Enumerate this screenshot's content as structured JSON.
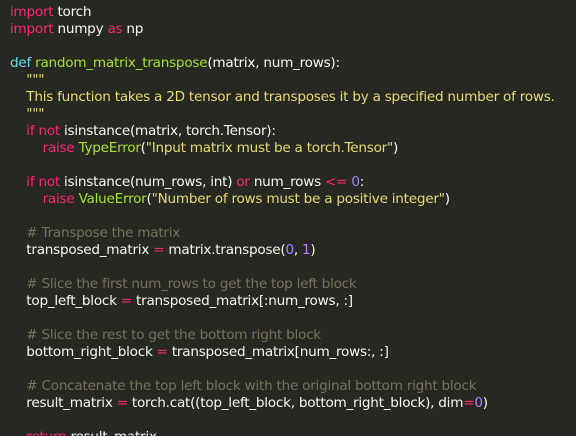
{
  "lines": [
    {
      "indent": "",
      "tokens": [
        {
          "t": "kw",
          "v": "import"
        },
        {
          "t": "pl",
          "v": " torch"
        }
      ]
    },
    {
      "indent": "",
      "tokens": [
        {
          "t": "kw",
          "v": "import"
        },
        {
          "t": "pl",
          "v": " numpy "
        },
        {
          "t": "kw",
          "v": "as"
        },
        {
          "t": "pl",
          "v": " np"
        }
      ]
    },
    {
      "blank": true
    },
    {
      "indent": "",
      "tokens": [
        {
          "t": "bi",
          "v": "def"
        },
        {
          "t": "pl",
          "v": " "
        },
        {
          "t": "fn",
          "v": "random_matrix_transpose"
        },
        {
          "t": "pl",
          "v": "(matrix, num_rows):"
        }
      ]
    },
    {
      "indent": "    ",
      "tokens": [
        {
          "t": "str",
          "v": "\"\"\""
        }
      ]
    },
    {
      "indent": "    ",
      "tokens": [
        {
          "t": "str",
          "v": "This function takes a 2D tensor and transposes it by a specified number of rows."
        }
      ]
    },
    {
      "indent": "    ",
      "tokens": [
        {
          "t": "str",
          "v": "\"\"\""
        }
      ]
    },
    {
      "indent": "    ",
      "tokens": [
        {
          "t": "kw",
          "v": "if"
        },
        {
          "t": "pl",
          "v": " "
        },
        {
          "t": "kw",
          "v": "not"
        },
        {
          "t": "pl",
          "v": " isinstance(matrix, torch.Tensor):"
        }
      ]
    },
    {
      "indent": "        ",
      "tokens": [
        {
          "t": "kw",
          "v": "raise"
        },
        {
          "t": "pl",
          "v": " "
        },
        {
          "t": "fn",
          "v": "TypeError"
        },
        {
          "t": "pl",
          "v": "("
        },
        {
          "t": "str",
          "v": "\"Input matrix must be a torch.Tensor\""
        },
        {
          "t": "pl",
          "v": ")"
        }
      ]
    },
    {
      "blank": true
    },
    {
      "indent": "    ",
      "tokens": [
        {
          "t": "kw",
          "v": "if"
        },
        {
          "t": "pl",
          "v": " "
        },
        {
          "t": "kw",
          "v": "not"
        },
        {
          "t": "pl",
          "v": " isinstance(num_rows, int) "
        },
        {
          "t": "kw",
          "v": "or"
        },
        {
          "t": "pl",
          "v": " num_rows "
        },
        {
          "t": "op",
          "v": "<="
        },
        {
          "t": "pl",
          "v": " "
        },
        {
          "t": "num",
          "v": "0"
        },
        {
          "t": "pl",
          "v": ":"
        }
      ]
    },
    {
      "indent": "        ",
      "tokens": [
        {
          "t": "kw",
          "v": "raise"
        },
        {
          "t": "pl",
          "v": " "
        },
        {
          "t": "fn",
          "v": "ValueError"
        },
        {
          "t": "pl",
          "v": "("
        },
        {
          "t": "str",
          "v": "\"Number of rows must be a positive integer\""
        },
        {
          "t": "pl",
          "v": ")"
        }
      ]
    },
    {
      "blank": true
    },
    {
      "indent": "    ",
      "tokens": [
        {
          "t": "cm",
          "v": "# Transpose the matrix"
        }
      ]
    },
    {
      "indent": "    ",
      "tokens": [
        {
          "t": "pl",
          "v": "transposed_matrix "
        },
        {
          "t": "op",
          "v": "="
        },
        {
          "t": "pl",
          "v": " matrix.transpose("
        },
        {
          "t": "num",
          "v": "0"
        },
        {
          "t": "pl",
          "v": ", "
        },
        {
          "t": "num",
          "v": "1"
        },
        {
          "t": "pl",
          "v": ")"
        }
      ]
    },
    {
      "blank": true
    },
    {
      "indent": "    ",
      "tokens": [
        {
          "t": "cm",
          "v": "# Slice the first num_rows to get the top left block"
        }
      ]
    },
    {
      "indent": "    ",
      "tokens": [
        {
          "t": "pl",
          "v": "top_left_block "
        },
        {
          "t": "op",
          "v": "="
        },
        {
          "t": "pl",
          "v": " transposed_matrix[:num_rows, :]"
        }
      ]
    },
    {
      "blank": true
    },
    {
      "indent": "    ",
      "tokens": [
        {
          "t": "cm",
          "v": "# Slice the rest to get the bottom right block"
        }
      ]
    },
    {
      "indent": "    ",
      "tokens": [
        {
          "t": "pl",
          "v": "bottom_right_block "
        },
        {
          "t": "op",
          "v": "="
        },
        {
          "t": "pl",
          "v": " transposed_matrix[num_rows:, :]"
        }
      ]
    },
    {
      "blank": true
    },
    {
      "indent": "    ",
      "tokens": [
        {
          "t": "cm",
          "v": "# Concatenate the top left block with the original bottom right block"
        }
      ]
    },
    {
      "indent": "    ",
      "tokens": [
        {
          "t": "pl",
          "v": "result_matrix "
        },
        {
          "t": "op",
          "v": "="
        },
        {
          "t": "pl",
          "v": " torch.cat((top_left_block, bottom_right_block), dim"
        },
        {
          "t": "op",
          "v": "="
        },
        {
          "t": "num",
          "v": "0"
        },
        {
          "t": "pl",
          "v": ")"
        }
      ]
    },
    {
      "blank": true
    },
    {
      "indent": "    ",
      "tokens": [
        {
          "t": "kw",
          "v": "return"
        },
        {
          "t": "pl",
          "v": " result_matrix"
        }
      ]
    }
  ]
}
